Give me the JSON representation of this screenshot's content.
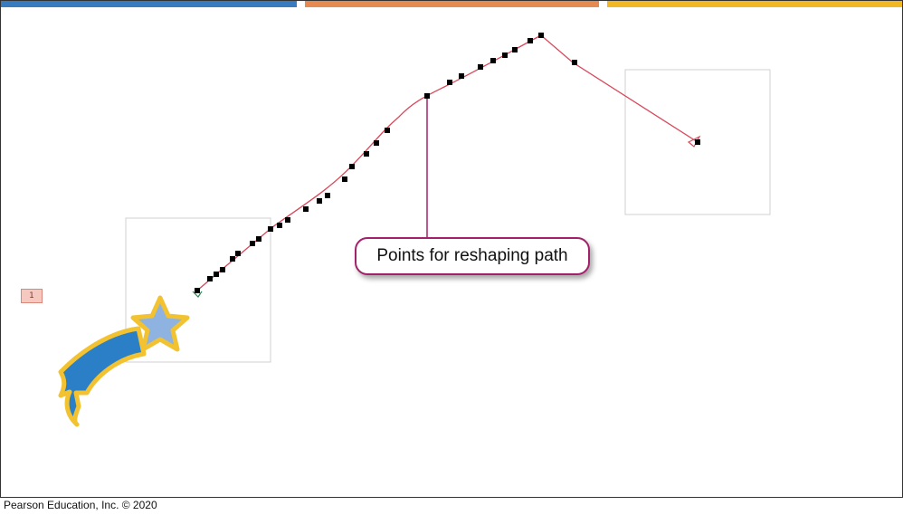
{
  "header_bars": [
    "#3a7bc0",
    "#e58b52",
    "#f2b824"
  ],
  "animation_order_tag": "1",
  "callout": {
    "text": "Points for reshaping path",
    "border_color": "#a3216a"
  },
  "motion_path": {
    "color": "#d9485a"
  },
  "star_object": {
    "star_fill": "#8fb3e0",
    "tail_fill": "#2b7fc7",
    "outline": "#f2c230"
  },
  "footer": {
    "copyright": "Pearson Education, Inc. © 2020"
  }
}
